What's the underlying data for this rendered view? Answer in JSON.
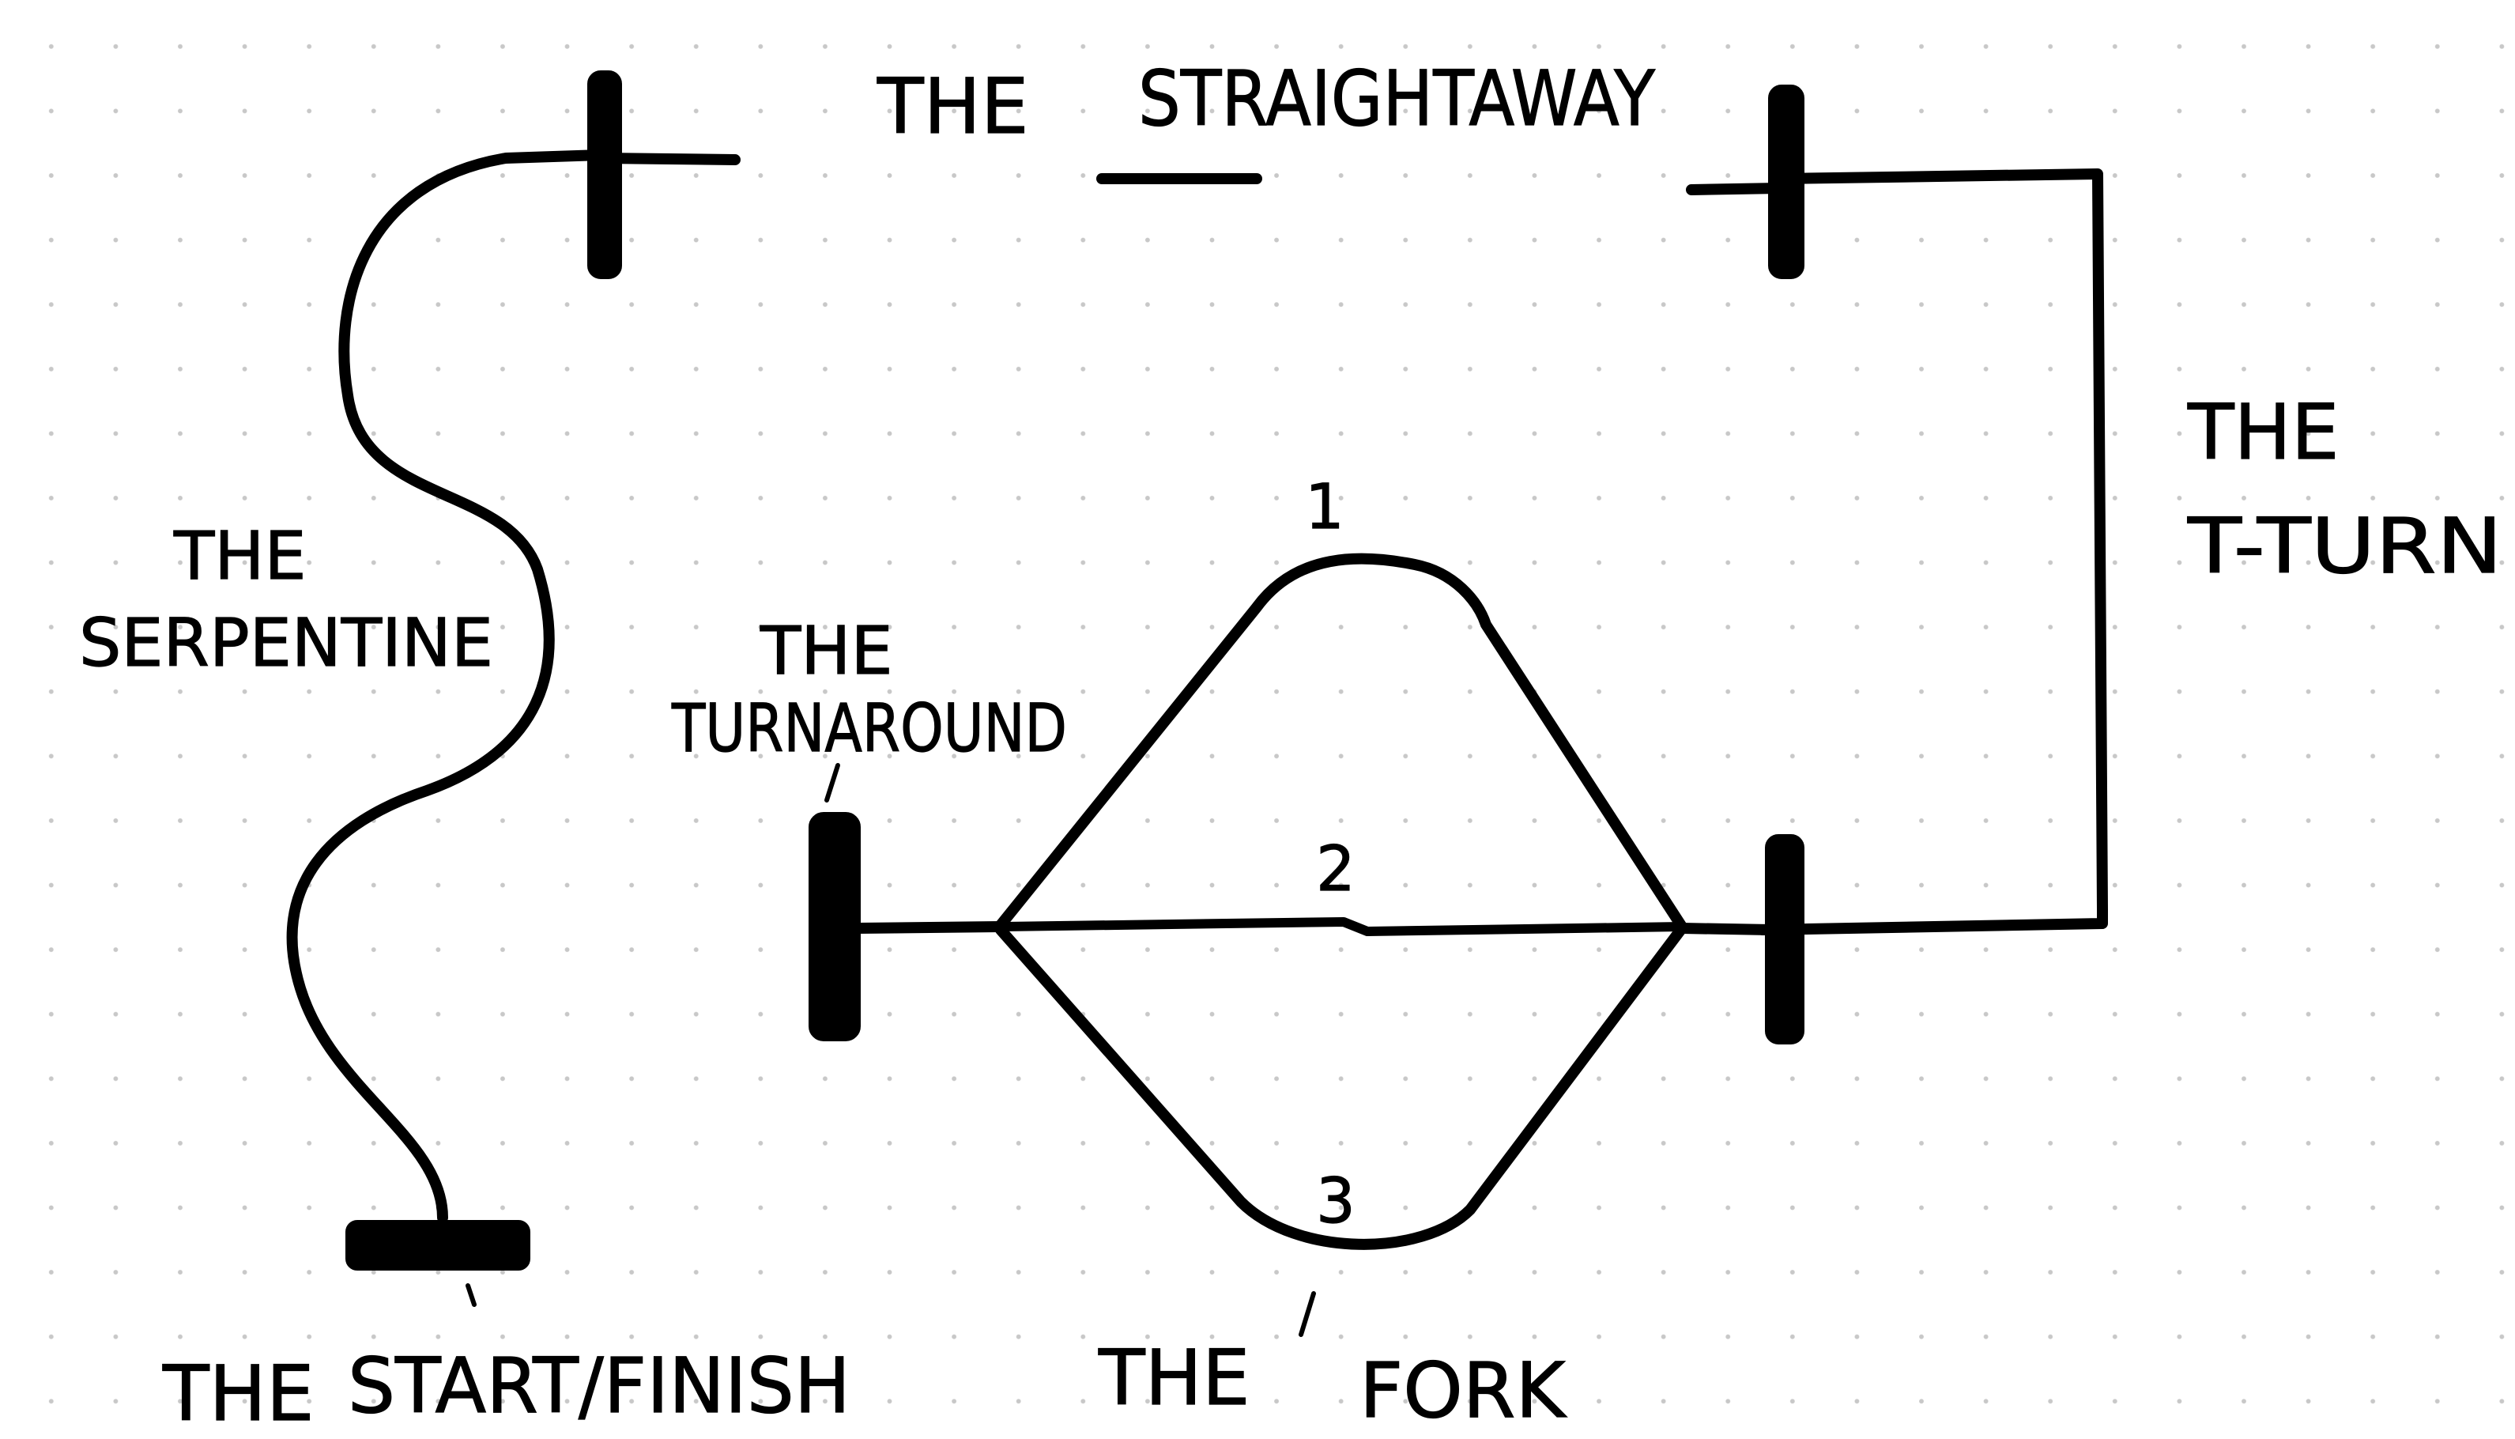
{
  "diagram": {
    "labels": {
      "straightaway_prefix": "THE",
      "straightaway_word": "STRAIGHTAWAY",
      "serpentine_line1": "THE",
      "serpentine_line2": "SERPENTINE",
      "turnaround_line1": "THE",
      "turnaround_line2": "TURNAROUND",
      "tturn_line1": "THE",
      "tturn_line2": "T-TURN",
      "start_finish_prefix": "THE",
      "start_finish_word": "START/FINISH",
      "fork_prefix": "THE",
      "fork_word": "FORK"
    },
    "branch_numbers": [
      "1",
      "2",
      "3"
    ],
    "ink_color": "#000000",
    "dot_grid_color": "#c8c8c8"
  }
}
